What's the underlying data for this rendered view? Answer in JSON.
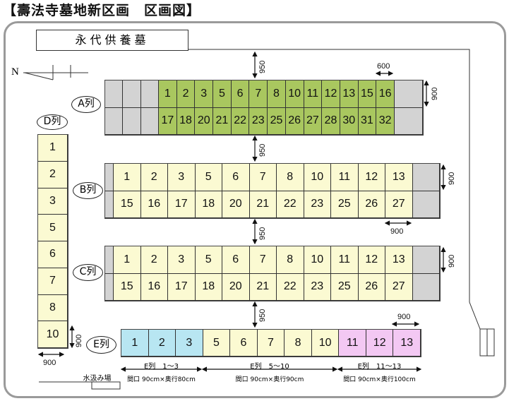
{
  "title": "【壽法寺墓地新区画　区画図】",
  "eitai": "永代供養墓",
  "north": "N",
  "colors": {
    "green": "#a9c75f",
    "yellow": "#fbfad2",
    "gray": "#d3d3d3",
    "blue": "#b8e6f2",
    "pink": "#f3c8f3"
  },
  "rows": {
    "A": {
      "label": "A列",
      "top": [
        "1",
        "2",
        "3",
        "5",
        "6",
        "7",
        "8",
        "10",
        "11",
        "12",
        "13",
        "15",
        "16"
      ],
      "bottom": [
        "17",
        "18",
        "20",
        "21",
        "22",
        "23",
        "25",
        "26",
        "27",
        "28",
        "30",
        "31",
        "32"
      ]
    },
    "B": {
      "label": "B列",
      "top": [
        "1",
        "2",
        "3",
        "5",
        "6",
        "7",
        "8",
        "10",
        "11",
        "12",
        "13"
      ],
      "bottom": [
        "15",
        "16",
        "17",
        "18",
        "20",
        "21",
        "22",
        "23",
        "25",
        "26",
        "27"
      ]
    },
    "C": {
      "label": "C列",
      "top": [
        "1",
        "2",
        "3",
        "5",
        "6",
        "7",
        "8",
        "10",
        "11",
        "12",
        "13"
      ],
      "bottom": [
        "15",
        "16",
        "17",
        "18",
        "20",
        "21",
        "22",
        "23",
        "25",
        "26",
        "27"
      ]
    },
    "D": {
      "label": "D列",
      "cells": [
        "1",
        "2",
        "3",
        "5",
        "6",
        "7",
        "8",
        "10"
      ]
    },
    "E": {
      "label": "E列",
      "cells": [
        {
          "n": "1",
          "c": "blue"
        },
        {
          "n": "2",
          "c": "blue"
        },
        {
          "n": "3",
          "c": "blue"
        },
        {
          "n": "5",
          "c": "yellow"
        },
        {
          "n": "6",
          "c": "yellow"
        },
        {
          "n": "7",
          "c": "yellow"
        },
        {
          "n": "8",
          "c": "yellow"
        },
        {
          "n": "10",
          "c": "yellow"
        },
        {
          "n": "11",
          "c": "pink"
        },
        {
          "n": "12",
          "c": "pink"
        },
        {
          "n": "13",
          "c": "pink"
        }
      ]
    }
  },
  "dims": {
    "d950": "950",
    "d600": "600",
    "d900": "900"
  },
  "e_groups": [
    {
      "name": "E列　1～3",
      "size": "間口 90cm×奥行80cm"
    },
    {
      "name": "E列　5～10",
      "size": "間口 90cm×奥行90cm"
    },
    {
      "name": "E列　11～13",
      "size": "間口 90cm×奥行100cm"
    }
  ],
  "water": "水汲み場"
}
